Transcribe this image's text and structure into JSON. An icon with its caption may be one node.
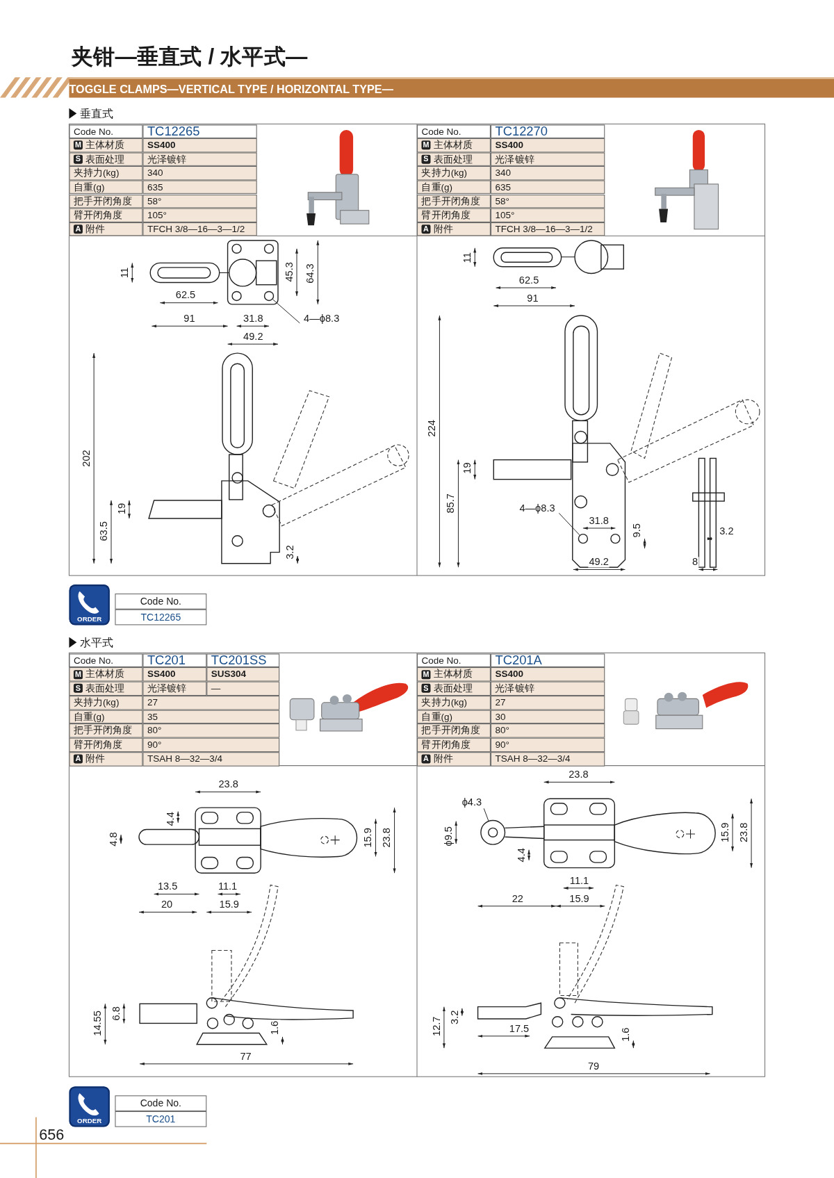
{
  "diagram": {
    "title": "夹钳—垂直式 / 水平式—",
    "nodes": [
      {
        "text": [
          "4—ϕ8.3"
        ]
      },
      {
        "text": [
          "4—ϕ8.3"
        ]
      },
      {
        "text": [
          "ϕ4.3"
        ]
      },
      {
        "text": [],
        "shape": "circle"
      },
      {
        "text": [],
        "shape": "circle"
      },
      {
        "text": [],
        "shape": "circle"
      }
    ],
    "edges": [
      {
        "from": 0,
        "to": 3,
        "arrow": "none"
      },
      {
        "from": 1,
        "to": 4,
        "arrow": "none"
      },
      {
        "from": 2,
        "to": 5,
        "arrow": "none"
      }
    ],
    "labels": [
      "TOGGLE CLAMPS—VERTICAL TYPE / HORIZONTAL TYPE—",
      "垂直式",
      "Code No.",
      "TC12265",
      "M",
      "主体材质",
      "SS400",
      "S",
      "表面处理",
      "光泽镀锌",
      "夹持力(kg)",
      "340",
      "自重(g)",
      "635",
      "把手开闭角度",
      "58°",
      "臂开闭角度",
      "105°",
      "A",
      "附件",
      "TFCH 3/8—16—3—1/2",
      "Code No.",
      "TC12270",
      "M",
      "主体材质",
      "SS400",
      "S",
      "表面处理",
      "光泽镀锌",
      "夹持力(kg)",
      "340",
      "自重(g)",
      "635",
      "把手开闭角度",
      "58°",
      "臂开闭角度",
      "105°",
      "A",
      "附件",
      "TFCH 3/8—16—3—1/2",
      "11",
      "62.5",
      "91",
      "45.3",
      "64.3",
      "31.8",
      "49.2",
      "202",
      "19",
      "63.5",
      "3.2",
      "11",
      "62.5",
      "91",
      "224",
      "19",
      "85.7",
      "31.8",
      "9.5",
      "49.2",
      "3.2",
      "8",
      "ORDER",
      "Code No.",
      "TC12265",
      "水平式",
      "Code No.",
      "TC201",
      "TC201SS",
      "M",
      "主体材质",
      "SS400",
      "SUS304",
      "S",
      "表面处理",
      "光泽镀锌",
      "—",
      "夹持力(kg)",
      "27",
      "自重(g)",
      "35",
      "把手开闭角度",
      "80°",
      "臂开闭角度",
      "90°",
      "A",
      "附件",
      "TSAH 8—32—3/4",
      "Code No.",
      "TC201A",
      "M",
      "主体材质",
      "SS400",
      "S",
      "表面处理",
      "光泽镀锌",
      "夹持力(kg)",
      "27",
      "自重(g)",
      "30",
      "把手开闭角度",
      "80°",
      "臂开闭角度",
      "90°",
      "A",
      "附件",
      "TSAH 8—32—3/4",
      "23.8",
      "4.4",
      "4.8",
      "15.9",
      "23.8",
      "13.5",
      "11.1",
      "20",
      "15.9",
      "14.55",
      "6.8",
      "1.6",
      "77",
      "23.8",
      "ϕ9.5",
      "15.9",
      "23.8",
      "4.4",
      "11.1",
      "22",
      "15.9",
      "12.7",
      "3.2",
      "17.5",
      "1.6",
      "79",
      "ORDER",
      "Code No.",
      "TC201",
      "656"
    ]
  }
}
